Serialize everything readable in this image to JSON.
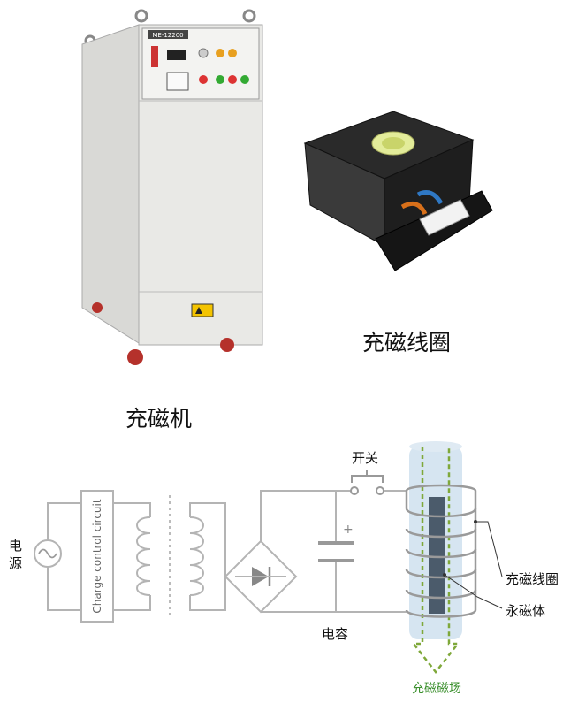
{
  "photos": {
    "machine_caption": "充磁机",
    "coil_caption": "充磁线圈",
    "machine_model_plate": "ME-12200"
  },
  "diagram": {
    "power_label": "电源",
    "control_box_label": "Charge control circuit",
    "switch_label": "开关",
    "capacitor_label": "电容",
    "capacitor_plus": "+",
    "coil_label": "充磁线圈",
    "magnet_label": "永磁体",
    "field_label": "充磁磁场"
  }
}
